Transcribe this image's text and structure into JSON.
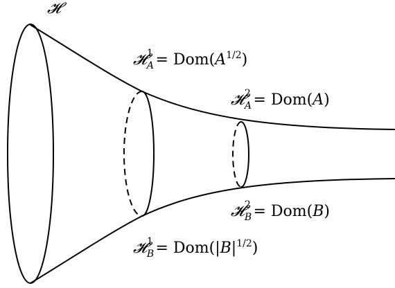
{
  "labels": {
    "h": {
      "sym": "𝓗"
    },
    "h1a": {
      "sym": "𝓗",
      "sup": "1",
      "sub": "A",
      "eq": " = ",
      "fn": "Dom",
      "open": "(",
      "arg": "A",
      "exp": "1/2",
      "close": ")"
    },
    "h2a": {
      "sym": "𝓗",
      "sup": "2",
      "sub": "A",
      "eq": " = ",
      "fn": "Dom",
      "open": "(",
      "arg": "A",
      "close": ")"
    },
    "h2b": {
      "sym": "𝓗",
      "sup": "2",
      "sub": "B",
      "eq": " = ",
      "fn": "Dom",
      "open": "(",
      "arg": "B",
      "close": ")"
    },
    "h1b": {
      "sym": "𝓗",
      "sup": "1",
      "sub": "B",
      "eq": " = ",
      "fn": "Dom",
      "open": "(|",
      "arg": "B",
      "bar": "|",
      "exp": "1/2",
      "close": ")"
    }
  },
  "colors": {
    "stroke": "#000000",
    "background": "#ffffff"
  }
}
